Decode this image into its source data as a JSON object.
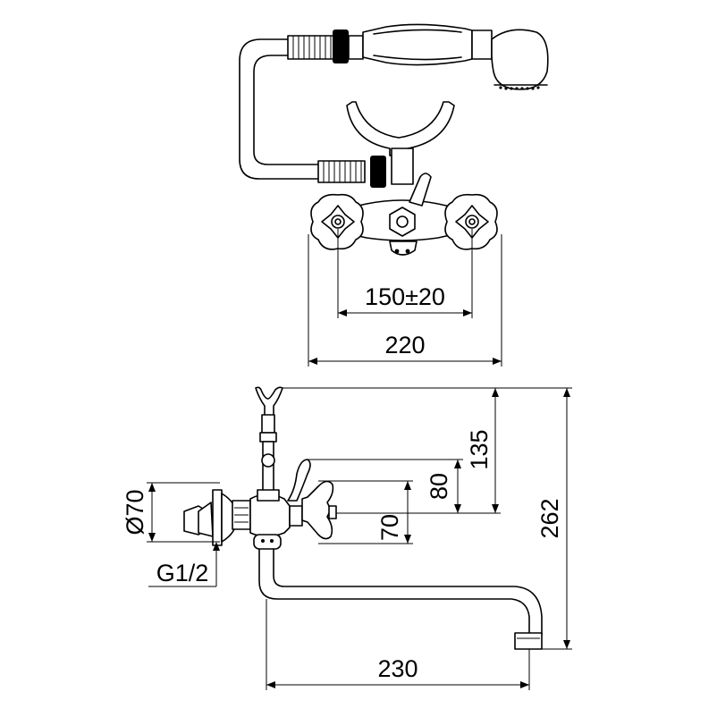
{
  "drawing": {
    "top_view": {
      "dimensions": {
        "center_distance": "150±20",
        "overall_width": "220"
      }
    },
    "side_view": {
      "dimensions": {
        "spout_projection": "230",
        "overall_height": "262",
        "holder_height": "135",
        "lever_height": "80",
        "handle_depth": "70",
        "flange_diameter": "Ø70",
        "thread": "G1/2"
      }
    }
  }
}
